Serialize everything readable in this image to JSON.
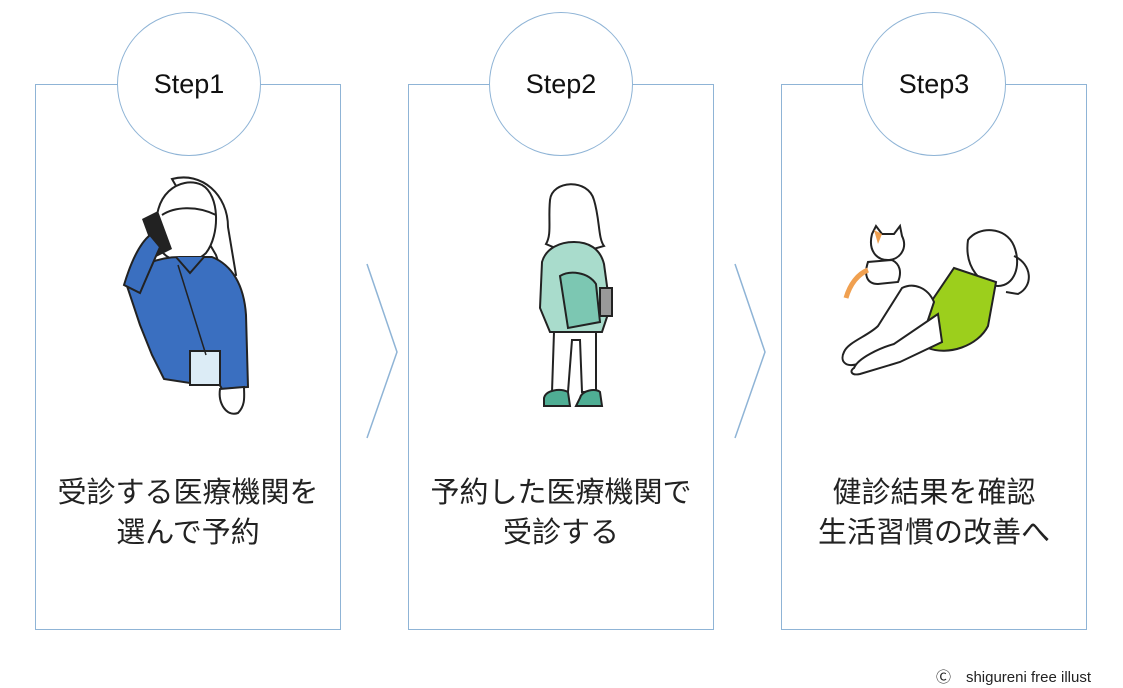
{
  "steps": [
    {
      "label": "Step1",
      "lines": [
        "受診する医療機関を",
        "選んで予約"
      ]
    },
    {
      "label": "Step2",
      "lines": [
        "予約した医療機関で",
        "受診する"
      ]
    },
    {
      "label": "Step3",
      "lines": [
        "健診結果を確認",
        "生活習慣の改善へ"
      ]
    }
  ],
  "credit": "Ⓒ　shigureni free illust",
  "colors": {
    "border": "#8fb4d6",
    "jacket": "#3a6fc0",
    "teal": "#a9dccc",
    "lime": "#9ccf1c",
    "cat": "#f0a050"
  }
}
